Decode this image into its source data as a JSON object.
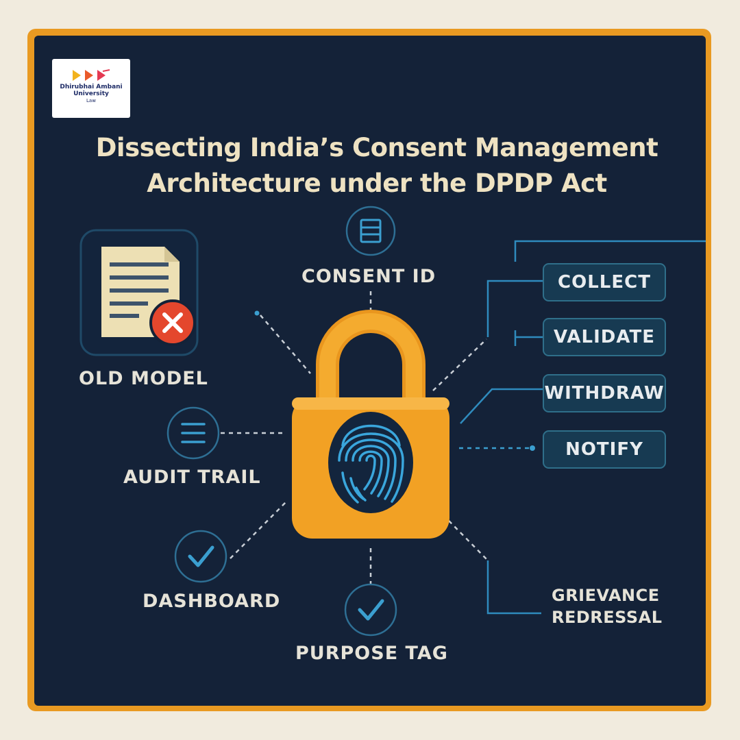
{
  "logo": {
    "name_line1": "Dhirubhai Ambani",
    "name_line2": "University",
    "sub": "Law"
  },
  "title": {
    "line1": "Dissecting India’s Consent Management",
    "line2": "Architecture under the DPDP Act"
  },
  "nodes": {
    "old_model": "OLD MODEL",
    "consent_id": "CONSENT ID",
    "audit_trail": "AUDIT TRAIL",
    "dashboard": "DASHBOARD",
    "purpose_tag": "PURPOSE TAG",
    "grievance_line1": "GRIEVANCE",
    "grievance_line2": "REDRESSAL"
  },
  "actions": [
    "COLLECT",
    "VALIDATE",
    "WITHDRAW",
    "NOTIFY"
  ],
  "icons": {
    "old_model": "document-rejected-icon",
    "consent_id": "list-icon",
    "audit_trail": "menu-lines-icon",
    "dashboard": "checkmark-icon",
    "purpose_tag": "checkmark-icon",
    "center": "padlock-fingerprint-icon"
  },
  "colors": {
    "background": "#142238",
    "frame": "#e99a22",
    "lock": "#f2a124",
    "accent": "#3b9fd0",
    "reject": "#e4472d"
  }
}
